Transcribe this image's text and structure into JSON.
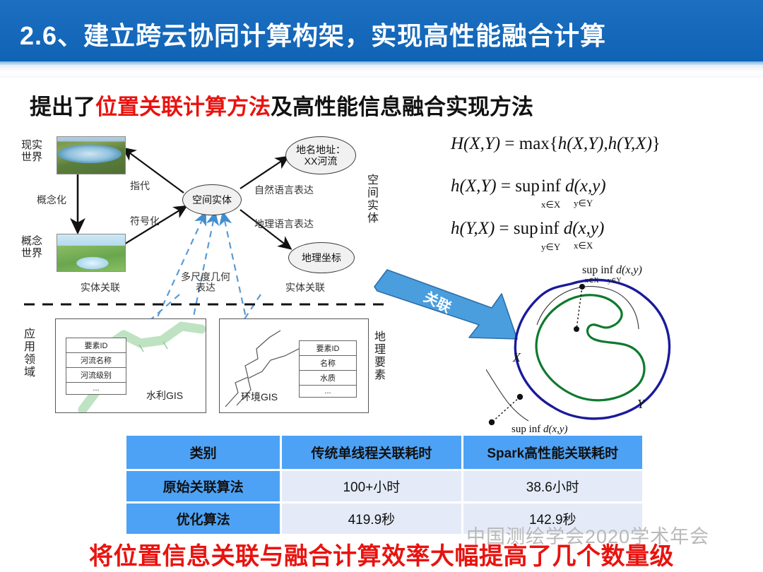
{
  "header": {
    "title": "2.6、建立跨云协同计算构架，实现高性能融合计算",
    "bar_color": "#1769bb"
  },
  "subtitle": {
    "prefix": "提出了",
    "highlight": "位置关联计算方法",
    "suffix": "及高性能信息融合实现方法",
    "highlight_color": "#e8130f"
  },
  "diagram": {
    "real_world_label": "现实\n世界",
    "concept_world_label": "概念\n世界",
    "entity_node": "空间实体",
    "placename_node": "地名地址：\nXX河流",
    "geocoord_node": "地理坐标",
    "arc_labels": {
      "refer": "指代",
      "conceptualize": "概念化",
      "symbolize": "符号化",
      "natural_language": "自然语言表达",
      "geo_language": "地理语言表达",
      "entity_relation_left": "实体关联",
      "multiscale_geometry": "多尺度几何\n表达",
      "entity_relation_right": "实体关联"
    },
    "side_label_spatial_entity": "空间实体",
    "side_label_application_domain": "应用领域",
    "side_label_geographic_feature": "地理要素",
    "water_gis": {
      "name": "水利GIS",
      "attributes": [
        "要素ID",
        "河流名称",
        "河流级别",
        "..."
      ]
    },
    "env_gis": {
      "name": "环境GIS",
      "attributes": [
        "要素ID",
        "名称",
        "水质",
        "..."
      ]
    }
  },
  "formulas": {
    "line1": "H(X,Y) = max{h(X,Y), h(Y,X)}",
    "line2": "h(X,Y) = sup inf d(x,y)",
    "line2_sub_left": "x∈X",
    "line2_sub_right": "y∈Y",
    "line3": "h(Y,X) = sup inf d(x,y)",
    "line3_sub_left": "y∈Y",
    "line3_sub_right": "x∈X"
  },
  "arrow": {
    "label": "关联",
    "color": "#3f9ae0"
  },
  "hausdorff": {
    "top_label": "sup inf d(x,y)",
    "top_sub_left": "x∈X",
    "top_sub_right": "y∈Y",
    "bottom_label": "sup inf d(x,y)",
    "set_x_label": "X",
    "set_y_label": "Y",
    "x_curve_color": "#0f7a2e",
    "y_curve_color": "#1a1a9c"
  },
  "table": {
    "headers": [
      "类别",
      "传统单线程关联耗时",
      "Spark高性能关联耗时"
    ],
    "rows": [
      {
        "category": "原始关联算法",
        "single_thread": "100+小时",
        "spark": "38.6小时"
      },
      {
        "category": "优化算法",
        "single_thread": "419.9秒",
        "spark": "142.9秒"
      }
    ],
    "header_color": "#4da2f5",
    "cell_color": "#e4eaf7"
  },
  "watermark": {
    "text": "中国测绘学会2020学术年会"
  },
  "footer": {
    "text": "将位置信息关联与融合计算效率大幅提高了几个数量级",
    "color": "#e8130f"
  }
}
